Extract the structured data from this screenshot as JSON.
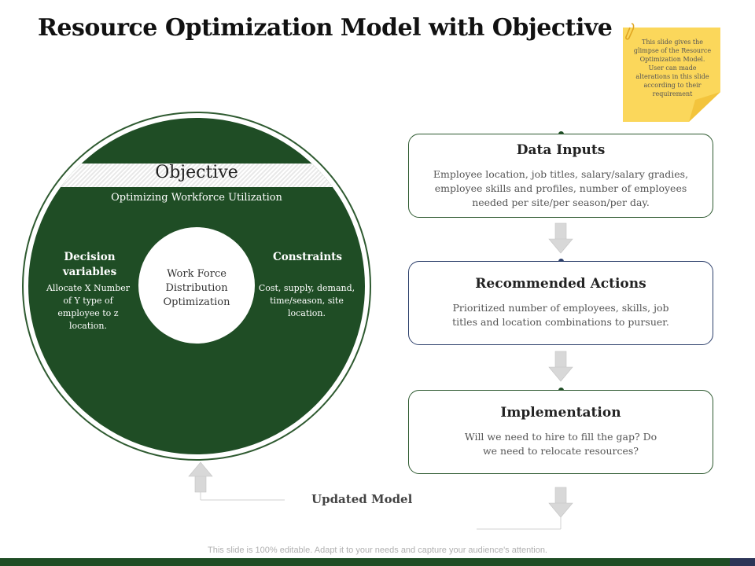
{
  "title": "Resource Optimization Model with Objective",
  "sticky_note": {
    "text": "This slide gives the glimpse of the Resource Optimization Model. User can made alterations in this slide according to their requirement",
    "color": "#fbd75b"
  },
  "objective": {
    "title": "Objective",
    "subtitle": "Optimizing Workforce Utilization",
    "center_text": "Work Force Distribution Optimization",
    "decision": {
      "heading": "Decision variables",
      "body": "Allocate X Number of Y type of employee to z location."
    },
    "constraints": {
      "heading": "Constraints",
      "body": "Cost, supply, demand, time/season, site location."
    }
  },
  "steps": [
    {
      "title": "Data Inputs",
      "body": "Employee location, job titles, salary/salary gradies, employee skills and profiles, number of employees needed per site/per season/per day."
    },
    {
      "title": "Recommended Actions",
      "body": "Prioritized number of employees, skills, job titles and location combinations to pursuer."
    },
    {
      "title": "Implementation",
      "body": "Will we need to hire to fill the gap? Do we need to relocate resources?"
    }
  ],
  "updated_model_label": "Updated Model",
  "footer": "This slide is 100% editable. Adapt it to your needs and capture your audience's attention.",
  "colors": {
    "primary_green": "#1f4d25",
    "navy": "#2c3f6b",
    "arrow_gray": "#d4d4d4"
  }
}
